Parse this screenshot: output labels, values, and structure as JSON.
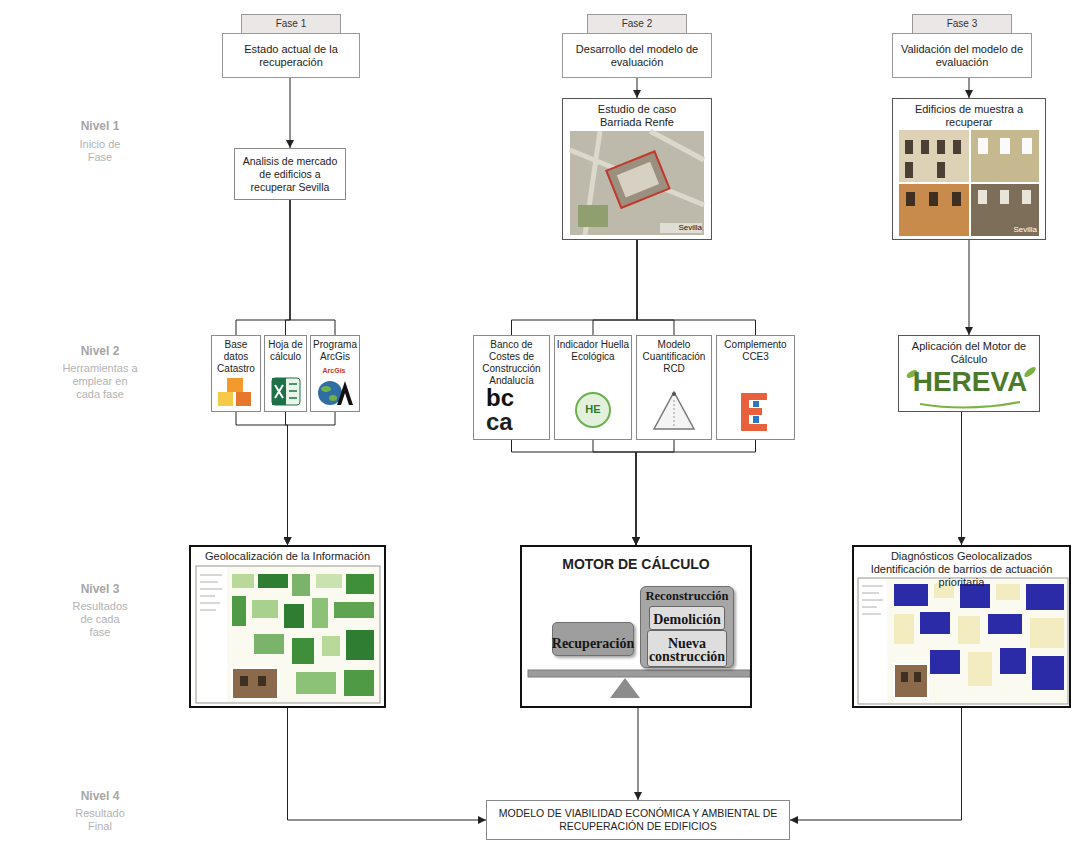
{
  "diagram": {
    "nodes": [
      {
        "text": [
          "Fase 1",
          "Estado actual de la recuperación"
        ]
      },
      {
        "text": [
          "Analisis de mercado de edificios a recuperar Sevilla"
        ]
      },
      {
        "text": [
          "Base datos Catastro"
        ]
      },
      {
        "text": [
          "Hoja de cálculo"
        ]
      },
      {
        "text": [
          "Programa ArcGis"
        ]
      },
      {
        "text": [
          "Geolocalización de la Información"
        ]
      },
      {
        "text": [
          "Fase 2",
          "Desarrollo del modelo de evaluación"
        ]
      },
      {
        "text": [
          "Estudio de caso Barriada Renfe"
        ]
      },
      {
        "text": [
          "Banco de Costes de Construcción Andalucía"
        ]
      },
      {
        "text": [
          "Indicador Huella Ecológica"
        ]
      },
      {
        "text": [
          "Modelo Cuantificación RCD"
        ]
      },
      {
        "text": [
          "Complemento CCE3"
        ]
      },
      {
        "text": [
          "MOTOR DE CÁLCULO"
        ]
      },
      {
        "text": [
          "Recuperación"
        ],
        "in": 12
      },
      {
        "text": [
          "Reconstrucción"
        ],
        "in": 12
      },
      {
        "text": [
          "Demolición"
        ],
        "in": 14
      },
      {
        "text": [
          "Nueva construcción"
        ],
        "in": 14
      },
      {
        "text": [
          "Fase 3",
          "Validación del modelo de evaluación"
        ]
      },
      {
        "text": [
          "Edificios de muestra a recuperar"
        ]
      },
      {
        "text": [
          "Aplicación del Motor de Cálculo"
        ]
      },
      {
        "text": [
          "Diagnósticos Geolocalizados",
          "Identificación de barrios de actuación prioritaria"
        ]
      },
      {
        "text": [
          "MODELO DE VIABILIDAD ECONÓMICA Y AMBIENTAL DE RECUPERACIÓN DE EDIFICIOS"
        ]
      }
    ],
    "edges": [
      {
        "from": 0,
        "to": 1,
        "arrow": "to"
      },
      {
        "from": 1,
        "to": 2,
        "arrow": "none"
      },
      {
        "from": 1,
        "to": 3,
        "arrow": "none"
      },
      {
        "from": 1,
        "to": 4,
        "arrow": "none"
      },
      {
        "from": 2,
        "to": 5,
        "arrow": "to"
      },
      {
        "from": 3,
        "to": 5,
        "arrow": "to"
      },
      {
        "from": 4,
        "to": 5,
        "arrow": "to"
      },
      {
        "from": 5,
        "to": 21,
        "arrow": "to"
      },
      {
        "from": 6,
        "to": 7,
        "arrow": "to"
      },
      {
        "from": 7,
        "to": 8,
        "arrow": "none"
      },
      {
        "from": 7,
        "to": 9,
        "arrow": "none"
      },
      {
        "from": 7,
        "to": 10,
        "arrow": "none"
      },
      {
        "from": 7,
        "to": 11,
        "arrow": "none"
      },
      {
        "from": 8,
        "to": 12,
        "arrow": "to"
      },
      {
        "from": 9,
        "to": 12,
        "arrow": "to"
      },
      {
        "from": 10,
        "to": 12,
        "arrow": "to"
      },
      {
        "from": 11,
        "to": 12,
        "arrow": "to"
      },
      {
        "from": 12,
        "to": 21,
        "arrow": "to"
      },
      {
        "from": 17,
        "to": 18,
        "arrow": "to"
      },
      {
        "from": 18,
        "to": 19,
        "arrow": "to"
      },
      {
        "from": 19,
        "to": 20,
        "arrow": "to"
      },
      {
        "from": 20,
        "to": 21,
        "arrow": "to"
      }
    ],
    "labels": [
      "Nivel 1",
      "Inicio de Fase",
      "Nivel 2",
      "Herramientas a emplear en cada fase",
      "Nivel 3",
      "Resultados de cada fase",
      "Nivel 4",
      "Resultado Final",
      "Sevilla",
      "Sevilla",
      "ArcGis",
      "bc",
      "ca",
      "HE",
      "HEREVA"
    ]
  }
}
